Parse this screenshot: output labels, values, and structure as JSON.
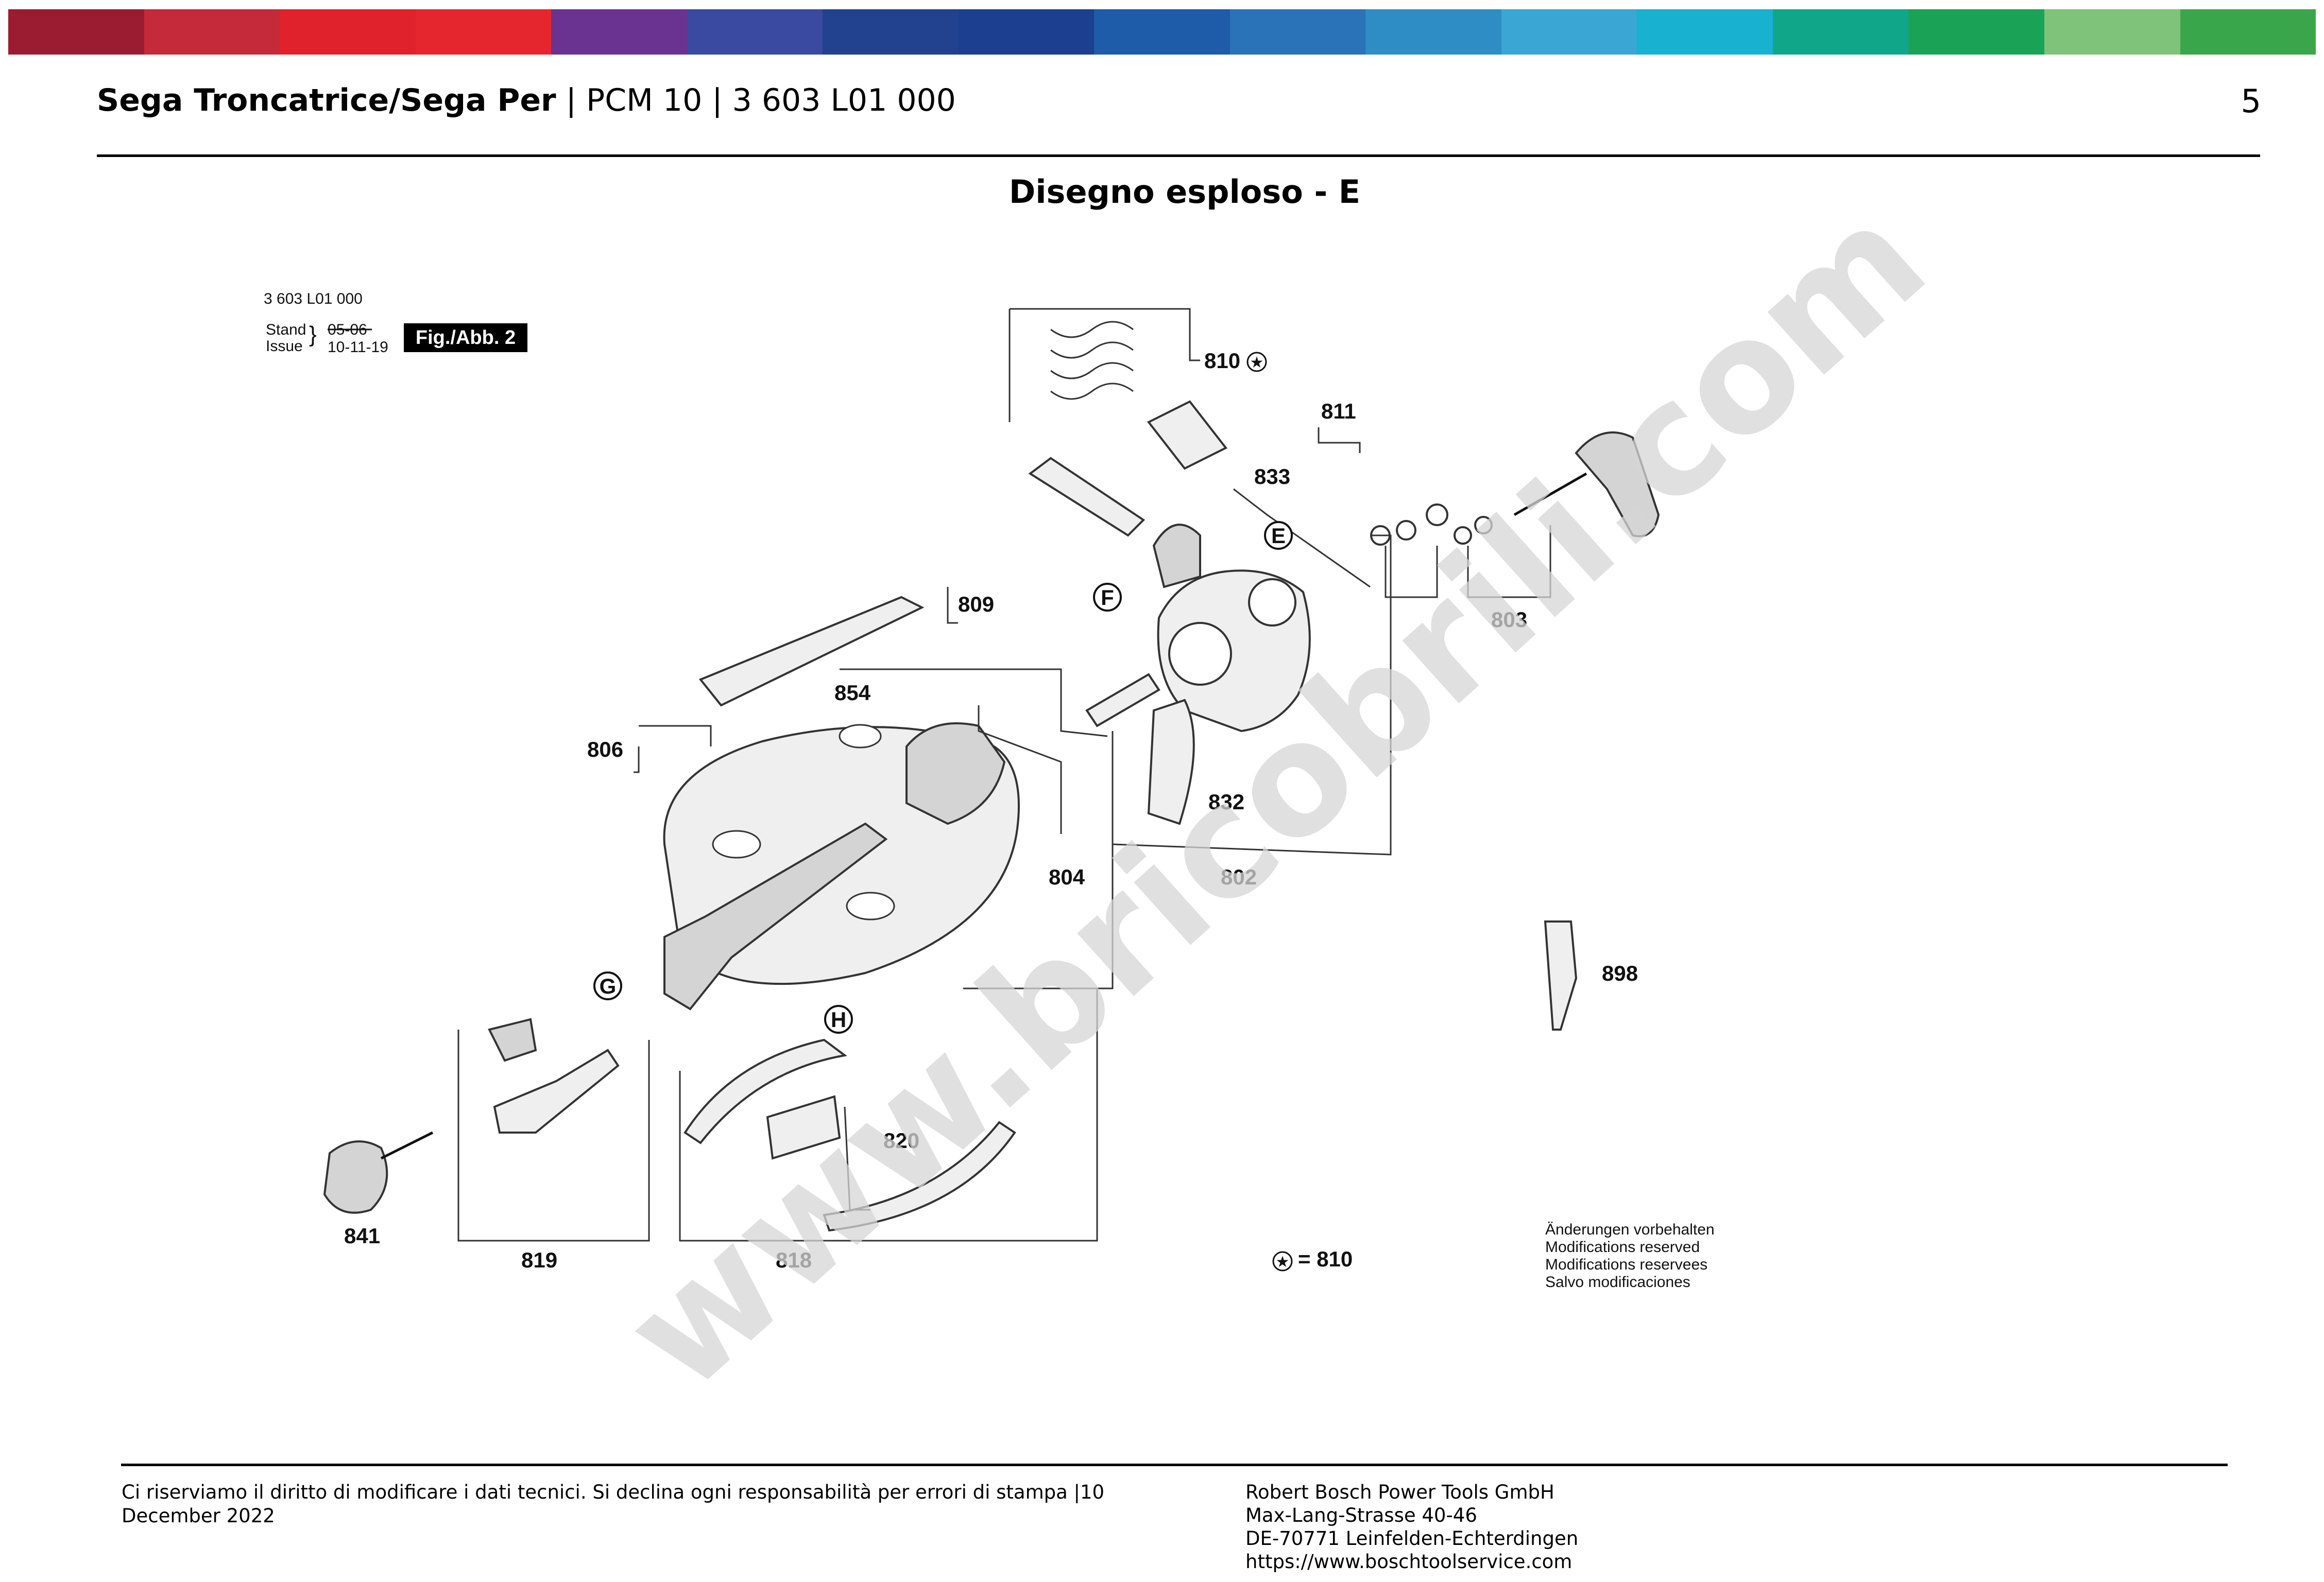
{
  "header": {
    "title_bold": "Sega Troncatrice/Sega Per",
    "title_rest": " | PCM 10 | 3 603 L01 000",
    "page_number": "5"
  },
  "section_title": "Disegno esploso - E",
  "diagram": {
    "part_code": "3 603 L01 000",
    "stand_label": "Stand",
    "issue_label": "Issue",
    "old_date": "05-06",
    "new_date": "10-11-19",
    "fig_label": "Fig./Abb. 2",
    "callouts": {
      "p810": "810",
      "p811": "811",
      "p833": "833",
      "p803": "803",
      "p809": "809",
      "p854": "854",
      "p806": "806",
      "p832": "832",
      "p804": "804",
      "p802": "802",
      "p898": "898",
      "p820": "820",
      "p841": "841",
      "p819": "819",
      "p818": "818"
    },
    "letters": {
      "e": "E",
      "f": "F",
      "g": "G",
      "h": "H"
    },
    "star_legend": "= 810",
    "notes": [
      "Änderungen vorbehalten",
      "Modifications reserved",
      "Modifications reservees",
      "Salvo modificaciones"
    ]
  },
  "watermark": "www.bricobrili.com",
  "footer": {
    "disclaimer_line1": "Ci riserviamo il diritto di modificare i dati tecnici. Si declina ogni responsabilità per errori di stampa |10",
    "disclaimer_line2": "December 2022",
    "company": "Robert Bosch Power Tools GmbH",
    "street": "Max-Lang-Strasse 40-46",
    "city": "DE-70771 Leinfelden-Echterdingen",
    "website": "https://www.boschtoolservice.com"
  },
  "colors": {
    "band": [
      "#9b1c31",
      "#c42a3a",
      "#e0222c",
      "#e5262e",
      "#6a3391",
      "#3a4aa0",
      "#22418e",
      "#1c3f8f",
      "#1e5ba8",
      "#2a73b8",
      "#2f8dc6",
      "#3aa6d3",
      "#18b1cf",
      "#0fa68a",
      "#1aa356",
      "#7fc27a",
      "#3aa64b"
    ],
    "text": "#000000",
    "watermark": "#d6d6d6"
  }
}
